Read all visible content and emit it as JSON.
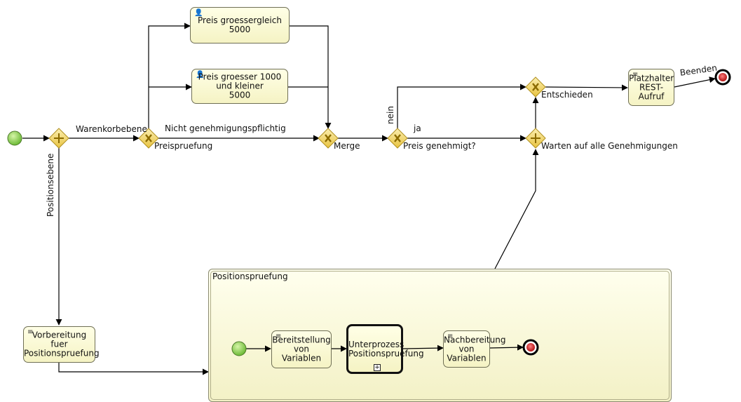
{
  "pool": {
    "title": "Positionspruefung"
  },
  "tasks": {
    "preis_5000": "Preis groessergleich 5000",
    "preis_1000_line1": "Preis groesser 1000 und kleiner",
    "preis_1000_line2": "5000",
    "platzhalter_line1": "Platzhalter",
    "platzhalter_line2": "REST-Aufruf",
    "vorbereitung_line1": "Vorbereitung fuer",
    "vorbereitung_line2": "Positionspruefung",
    "bereitstellung_line1": "Bereitstellung von",
    "bereitstellung_line2": "Variablen",
    "unterprozess_line1": "Unterprozess",
    "unterprozess_line2": "Positionspruefung",
    "nachbereitung_line1": "Nachbereitung",
    "nachbereitung_line2": "von Variablen"
  },
  "labels": {
    "warenkorbebene": "Warenkorbebene",
    "nicht_genehmigungspflichtig": "Nicht genehmigungspflichtig",
    "preispruefung": "Preispruefung",
    "merge": "Merge",
    "nein": "nein",
    "ja": "ja",
    "preis_genehmigt": "Preis genehmigt?",
    "entschieden": "Entschieden",
    "warten": "Warten auf alle Genehmigungen",
    "beenden": "Beenden",
    "positionsebene": "Positionsebene"
  },
  "icons": {
    "user_task": "user-icon",
    "script_task": "script-icon",
    "collapsed_subprocess": "plus-box-icon"
  },
  "colors": {
    "start_event": "#7dc93f",
    "end_event": "#c81e1e",
    "gateway": "#f2d658",
    "task_fill": "#f8f6cf"
  }
}
